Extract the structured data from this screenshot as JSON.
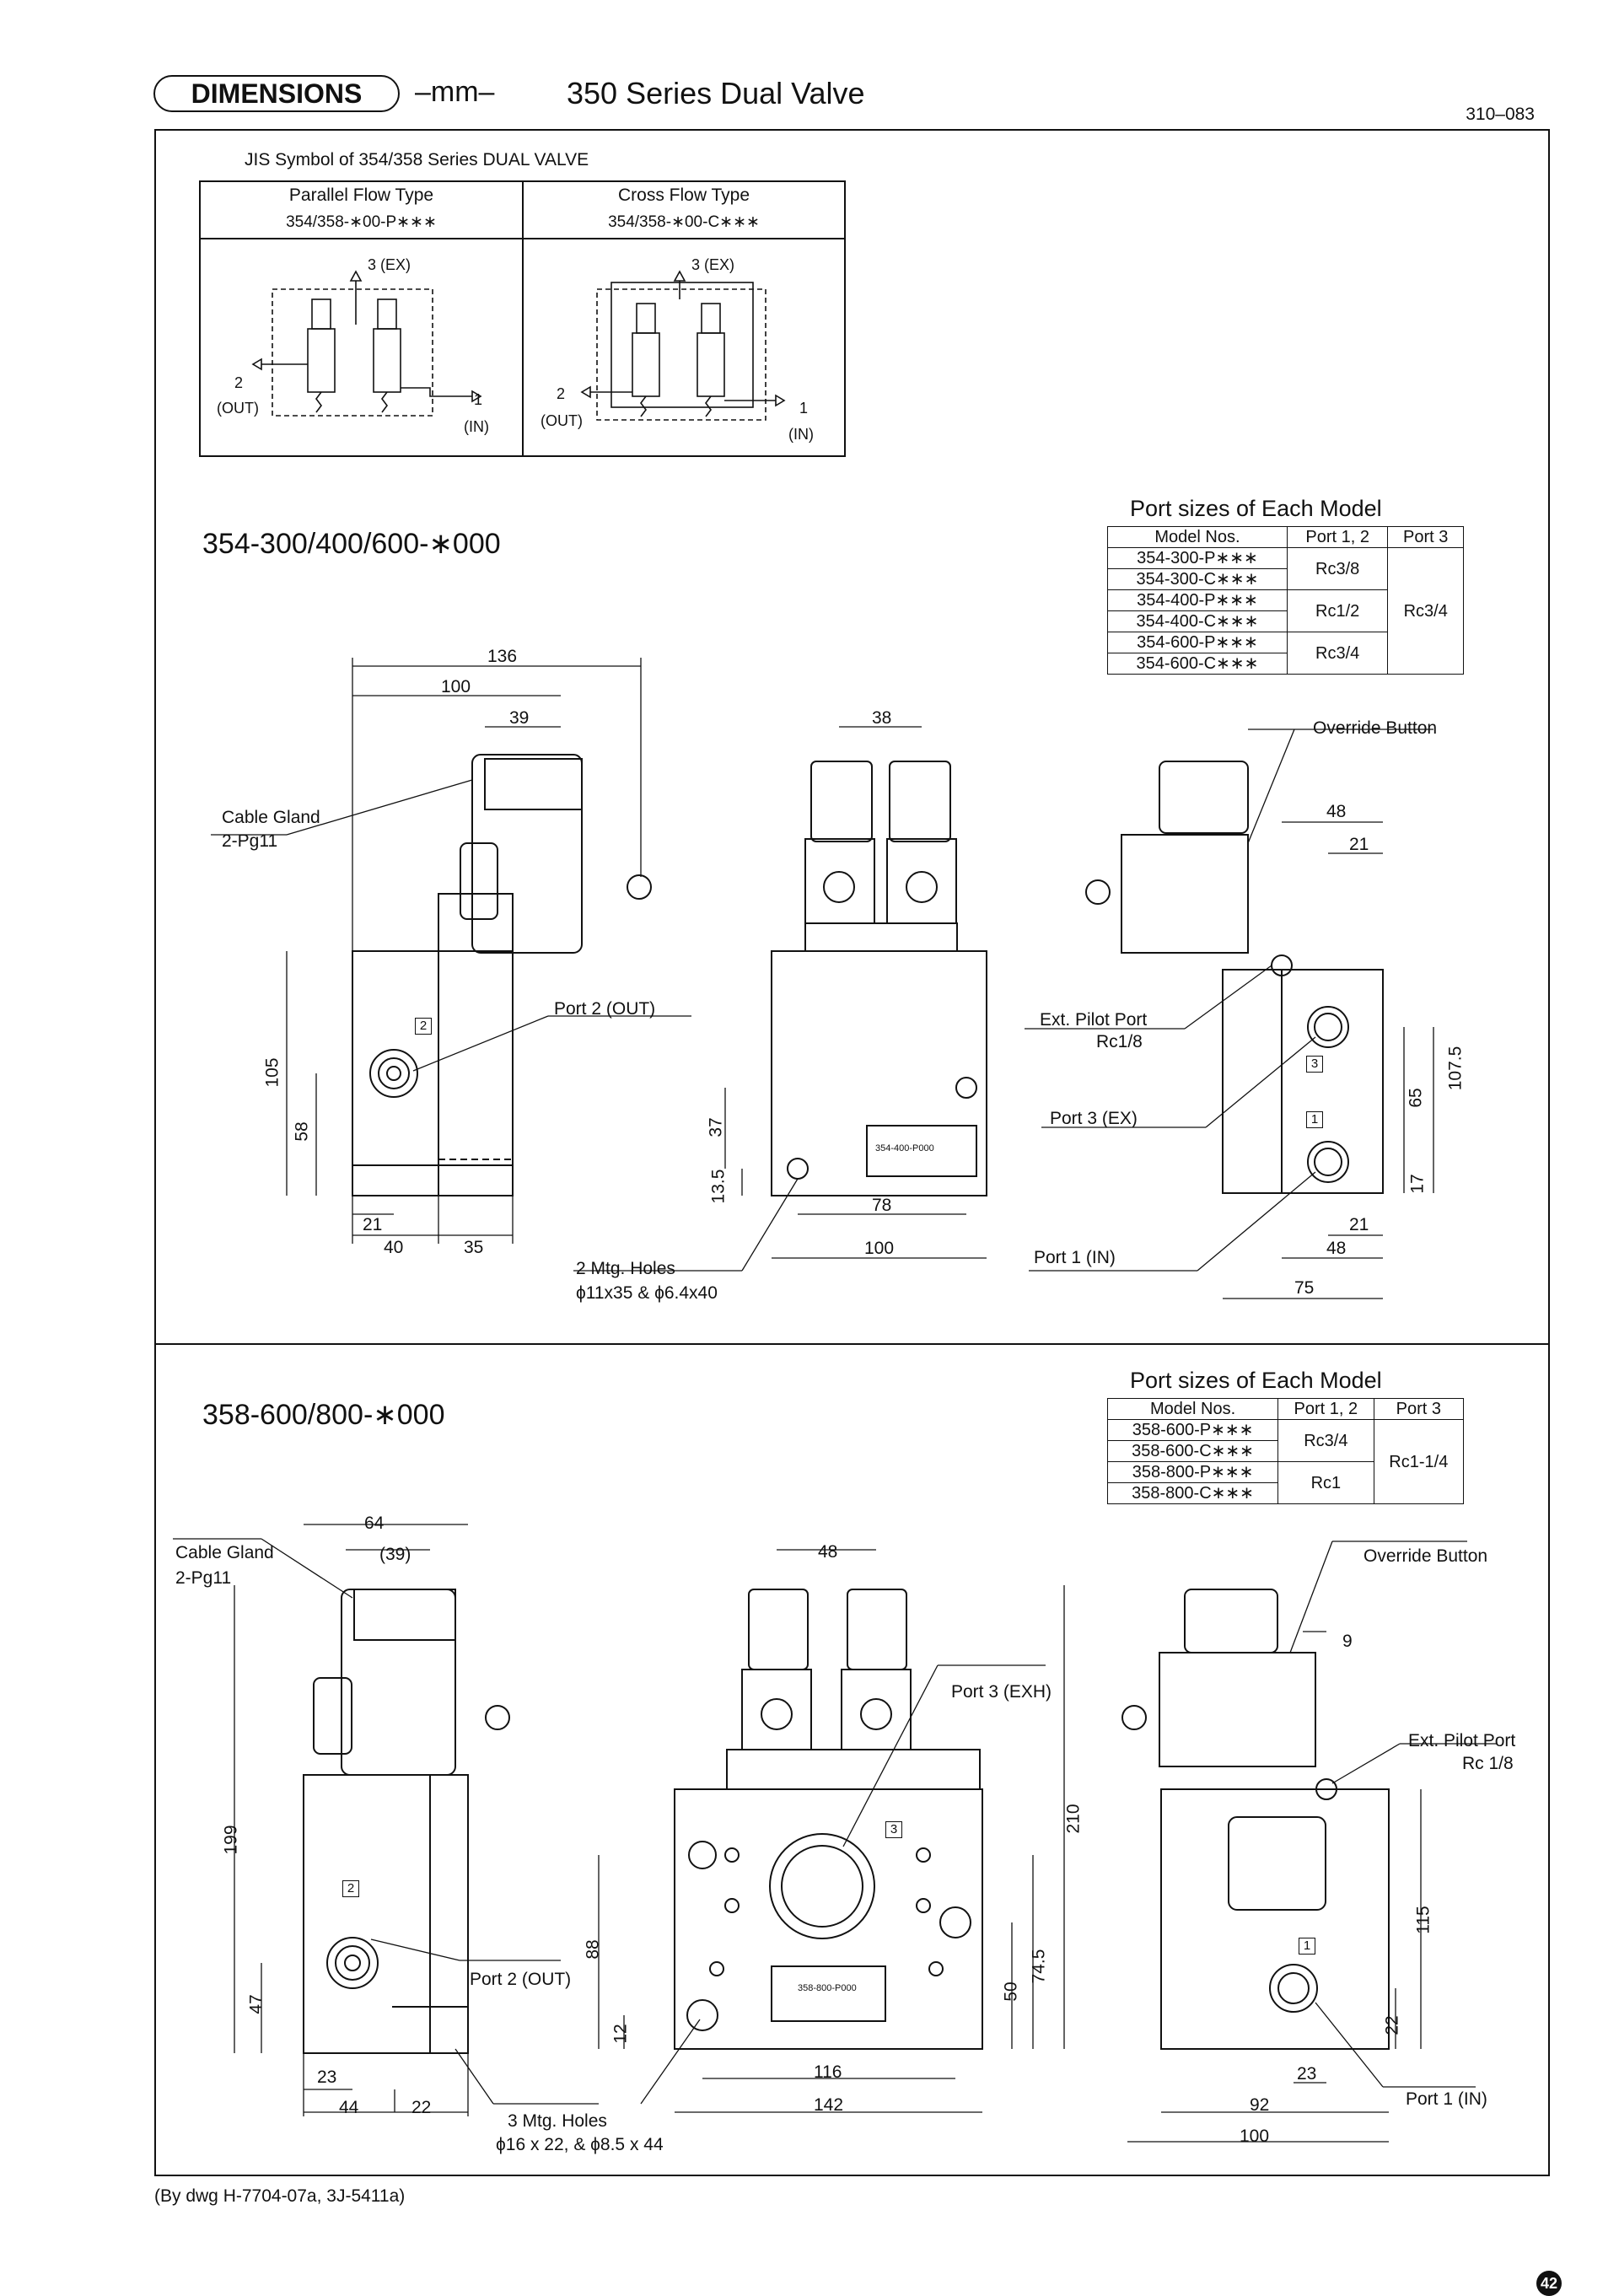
{
  "header": {
    "pill": "DIMENSIONS",
    "unit": "–mm–",
    "title": "350 Series Dual Valve",
    "doc_no": "310–083"
  },
  "jis": {
    "caption": "JIS Symbol of 354/358 Series DUAL VALVE",
    "parallel": {
      "title": "Parallel Flow Type",
      "code": "354/358-∗00-P∗∗∗"
    },
    "cross": {
      "title": "Cross Flow Type",
      "code": "354/358-∗00-C∗∗∗"
    },
    "labels": {
      "ex": "3 (EX)",
      "two": "2",
      "out": "(OUT)",
      "one": "1",
      "in": "(IN)"
    }
  },
  "s1": {
    "title": "354-300/400/600-∗000",
    "port_table": {
      "caption": "Port sizes of Each Model",
      "headers": [
        "Model Nos.",
        "Port 1, 2",
        "Port 3"
      ],
      "models": [
        "354-300-P∗∗∗",
        "354-300-C∗∗∗",
        "354-400-P∗∗∗",
        "354-400-C∗∗∗",
        "354-600-P∗∗∗",
        "354-600-C∗∗∗"
      ],
      "port12": [
        "Rc3/8",
        "Rc1/2",
        "Rc3/4"
      ],
      "port3": "Rc3/4"
    },
    "labels": {
      "cable_gland": "Cable Gland",
      "pg": "2-Pg11",
      "port2": "Port 2 (OUT)",
      "mtg": "2 Mtg. Holes",
      "mtg_dim": "ϕ11x35 & ϕ6.4x40",
      "override": "Override Button",
      "ext_pilot": "Ext. Pilot Port",
      "ext_size": "Rc1/8",
      "port3": "Port 3 (EX)",
      "port1": "Port 1 (IN)",
      "box2": "2",
      "box3": "3",
      "box1": "1",
      "nameplate_type": "354-400-P000"
    },
    "dims": {
      "d136": "136",
      "d100": "100",
      "d39": "39",
      "d105": "105",
      "d58": "58",
      "d21": "21",
      "d40": "40",
      "d35": "35",
      "d38": "38",
      "d37": "37",
      "d135": "13.5",
      "d78": "78",
      "d100b": "100",
      "d48": "48",
      "d21r": "21",
      "d1075": "107.5",
      "d65": "65",
      "d17": "17",
      "d21b": "21",
      "d48b": "48",
      "d75": "75"
    }
  },
  "s2": {
    "title": "358-600/800-∗000",
    "port_table": {
      "caption": "Port sizes of Each Model",
      "headers": [
        "Model Nos.",
        "Port 1, 2",
        "Port 3"
      ],
      "models": [
        "358-600-P∗∗∗",
        "358-600-C∗∗∗",
        "358-800-P∗∗∗",
        "358-800-C∗∗∗"
      ],
      "port12": [
        "Rc3/4",
        "Rc1"
      ],
      "port3": "Rc1-1/4"
    },
    "labels": {
      "cable_gland": "Cable Gland",
      "pg": "2-Pg11",
      "port2": "Port 2 (OUT)",
      "mtg": "3 Mtg. Holes",
      "mtg_dim": "ϕ16 x 22, & ϕ8.5 x 44",
      "port3": "Port 3 (EXH)",
      "override": "Override Button",
      "ext_pilot": "Ext. Pilot Port",
      "ext_size": "Rc 1/8",
      "port1": "Port 1 (IN)",
      "box2": "2",
      "box3": "3",
      "box1": "1",
      "nameplate_type": "358-800-P000"
    },
    "dims": {
      "d64": "64",
      "d39": "(39)",
      "d199": "199",
      "d47": "47",
      "d23": "23",
      "d44": "44",
      "d22": "22",
      "d48": "48",
      "d210": "210",
      "d88": "88",
      "d12": "12",
      "d116": "116",
      "d142": "142",
      "d50": "50",
      "d745": "74.5",
      "d9": "9",
      "d115": "115",
      "d22r": "22",
      "d23r": "23",
      "d92": "92",
      "d100": "100"
    }
  },
  "footer": "(By dwg H-7704-07a, 3J-5411a)",
  "page_number": "42"
}
